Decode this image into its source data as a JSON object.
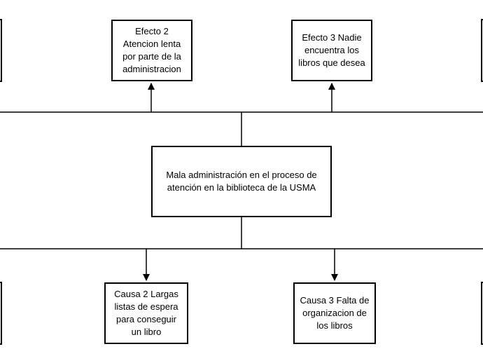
{
  "diagram": {
    "effects": [
      {
        "label": "Efecto 2 Atencion lenta por parte de la administracion"
      },
      {
        "label": "Efecto 3 Nadie encuentra los libros que desea"
      }
    ],
    "problem": {
      "label": "Mala administración en el proceso de atención en la biblioteca de la USMA"
    },
    "causes": [
      {
        "label": "Causa 2 Largas listas de espera para conseguir un libro"
      },
      {
        "label": "Causa 3 Falta de organizacion de los libros"
      }
    ]
  }
}
